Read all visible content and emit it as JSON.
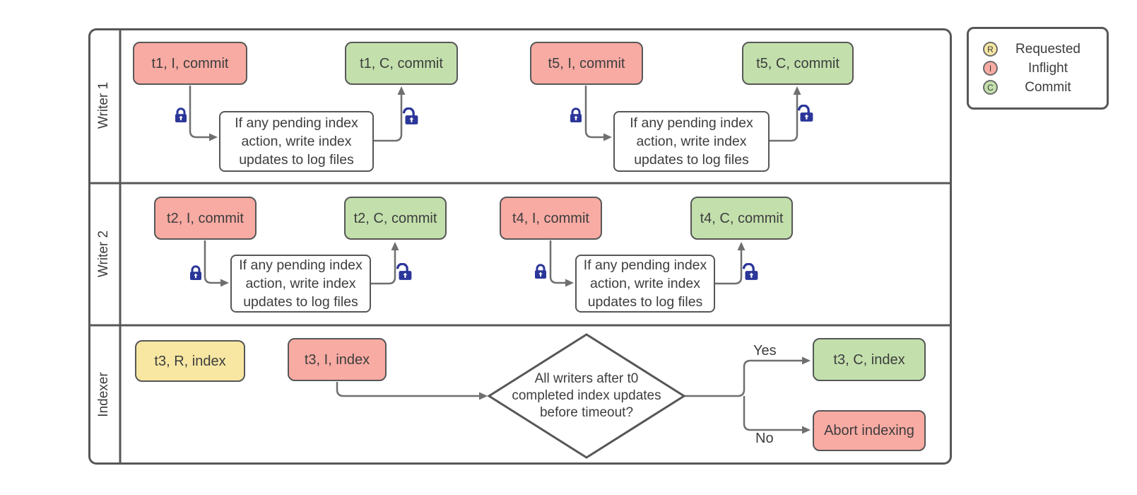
{
  "lanes": [
    {
      "label": "Writer 1"
    },
    {
      "label": "Writer 2"
    },
    {
      "label": "Indexer"
    }
  ],
  "nodes": {
    "t1_inflight": {
      "label": "t1, I, commit",
      "state": "inflight"
    },
    "t1_commit": {
      "label": "t1, C, commit",
      "state": "commit"
    },
    "t5_inflight": {
      "label": "t5, I, commit",
      "state": "inflight"
    },
    "t5_commit": {
      "label": "t5, C, commit",
      "state": "commit"
    },
    "t2_inflight": {
      "label": "t2, I, commit",
      "state": "inflight"
    },
    "t2_commit": {
      "label": "t2, C, commit",
      "state": "commit"
    },
    "t4_inflight": {
      "label": "t4, I, commit",
      "state": "inflight"
    },
    "t4_commit": {
      "label": "t4, C, commit",
      "state": "commit"
    },
    "t3_requested": {
      "label": "t3, R, index",
      "state": "requested"
    },
    "t3_inflight": {
      "label": "t3, I, index",
      "state": "inflight"
    },
    "t3_commit": {
      "label": "t3, C, index",
      "state": "commit"
    },
    "abort_indexing": {
      "label": "Abort indexing",
      "state": "inflight"
    }
  },
  "process_note": {
    "lines": [
      "If any pending index",
      "action, write index",
      "updates to log files"
    ]
  },
  "decision": {
    "lines": [
      "All writers after t0",
      "completed index updates",
      "before timeout?"
    ],
    "yes_label": "Yes",
    "no_label": "No"
  },
  "legend": {
    "items": [
      {
        "symbol": "R",
        "label": "Requested",
        "color": "#F7E7A2"
      },
      {
        "symbol": "I",
        "label": "Inflight",
        "color": "#F8ABA3"
      },
      {
        "symbol": "C",
        "label": "Commit",
        "color": "#C3E0AC"
      }
    ]
  },
  "colors": {
    "requested_fill": "#F7E7A2",
    "inflight_fill": "#F8ABA3",
    "commit_fill": "#C3E0AC",
    "shape_border": "#575757",
    "arrow": "#6F6F6F",
    "lock": "#2B3699",
    "text": "#3D3D3D"
  }
}
